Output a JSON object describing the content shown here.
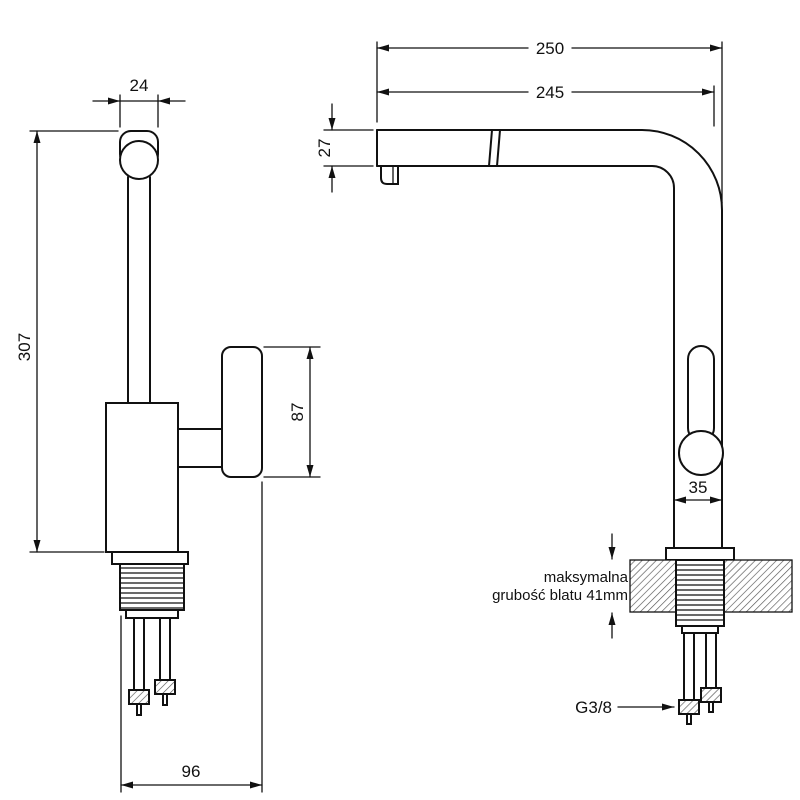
{
  "drawing": {
    "dims": {
      "spout_width": "24",
      "total_height": "307",
      "handle_height": "87",
      "base_depth": "96",
      "reach_total": "250",
      "reach_spout": "245",
      "spout_height": "27",
      "body_width": "35"
    },
    "labels": {
      "thread": "G3/8",
      "counter_line1": "maksymalna",
      "counter_line2": "grubość blatu 41mm"
    },
    "colors": {
      "line": "#111111",
      "background": "#ffffff"
    }
  }
}
